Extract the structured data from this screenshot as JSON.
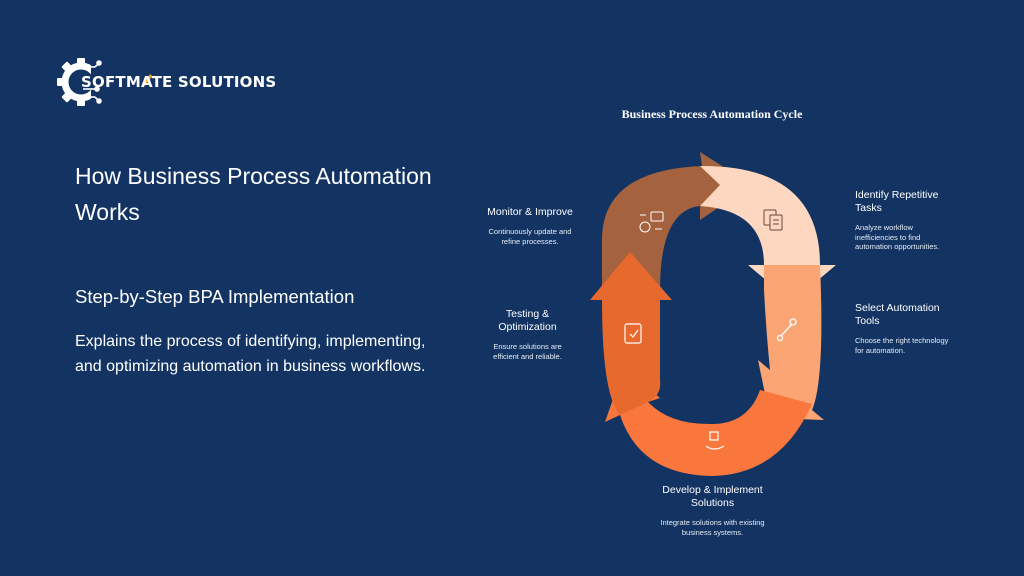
{
  "brand": {
    "name": "SOFTMATE SOLUTIONS",
    "accent": "#f5a623"
  },
  "slide": {
    "title": "How Business Process Automation Works",
    "subtitle": "Step-by-Step BPA Implementation",
    "description": "Explains the process of identifying, implementing, and optimizing automation in business workflows."
  },
  "diagram": {
    "title": "Business Process Automation Cycle",
    "steps": [
      {
        "label": "Identify Repetitive Tasks",
        "text": "Analyze workflow inefficiencies to find automation opportunities.",
        "color": "#fdd7bf",
        "icon": "document-list-icon"
      },
      {
        "label": "Select Automation Tools",
        "text": "Choose the right technology for automation.",
        "color": "#fba574",
        "icon": "tools-icon"
      },
      {
        "label": "Develop & Implement Solutions",
        "text": "Integrate solutions with existing business systems.",
        "color": "#f9773c",
        "icon": "puzzle-hand-icon"
      },
      {
        "label": "Testing & Optimization",
        "text": "Ensure solutions are efficient and reliable.",
        "color": "#e8692e",
        "icon": "clipboard-check-icon"
      },
      {
        "label": "Monitor & Improve",
        "text": "Continuously update and refine processes.",
        "color": "#a5623f",
        "icon": "cycle-chart-icon"
      }
    ]
  }
}
